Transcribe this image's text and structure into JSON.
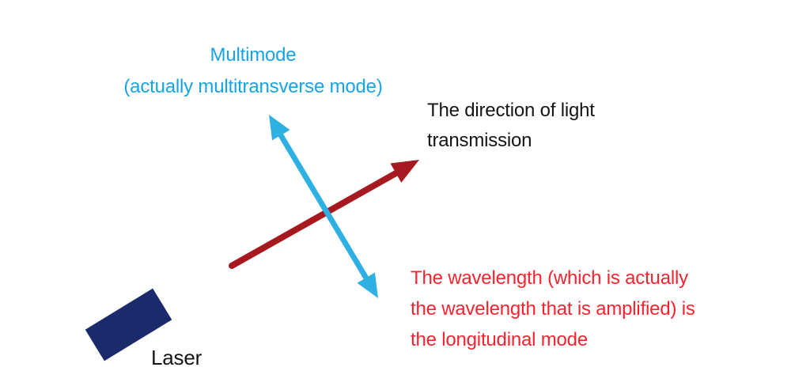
{
  "diagram": {
    "title_implicit": "Laser modes diagram",
    "multimode": {
      "line1": "Multimode",
      "line2": "(actually multitransverse mode)"
    },
    "direction": {
      "line1": "The direction of light",
      "line2": "transmission"
    },
    "wavelength": {
      "line1": "The wavelength (which is actually",
      "line2": "the wavelength that is amplified) is",
      "line3": "the longitudinal mode"
    },
    "laser_label": "Laser"
  },
  "colors": {
    "background": "#ffffff",
    "blue_text": "#18a3e6",
    "blue_arrow": "#2fb0e2",
    "red_arrow": "#a6191e",
    "red_text": "#f8232e",
    "black_text": "#151515",
    "laser_box": "#1b2a6b"
  }
}
